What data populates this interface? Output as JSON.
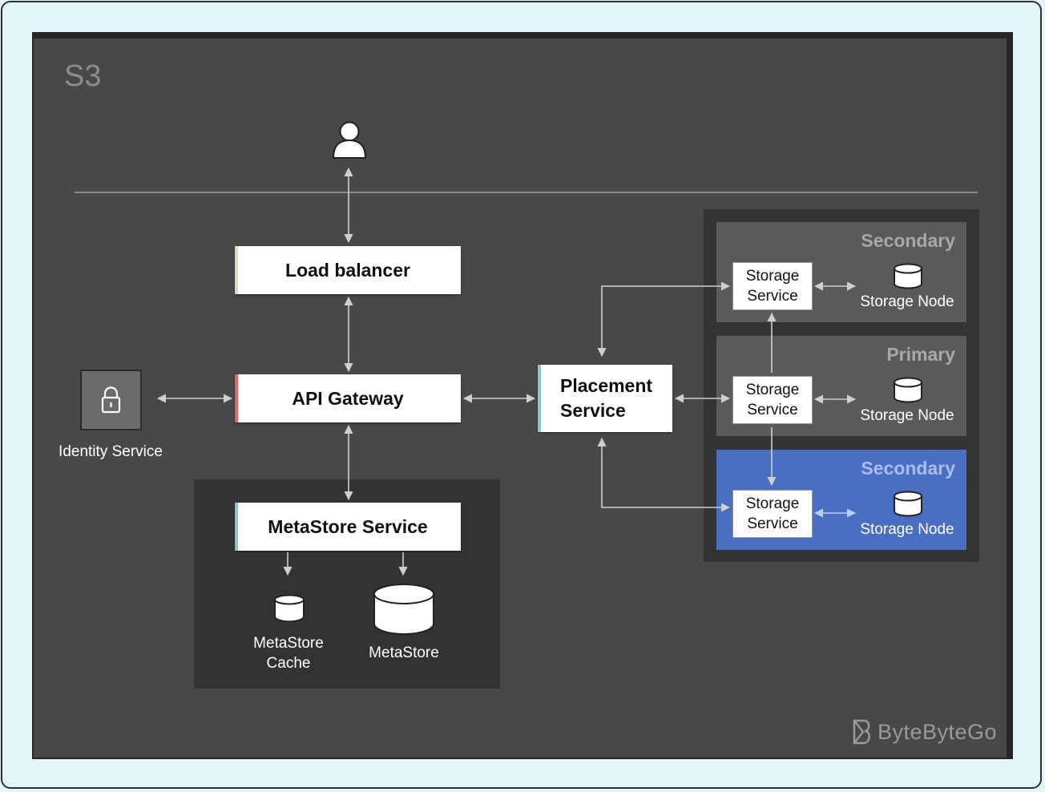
{
  "title": "S3",
  "nodes": {
    "load_balancer": "Load balancer",
    "api_gateway": "API Gateway",
    "identity_service": "Identity Service",
    "metastore_service": "MetaStore Service",
    "metastore_cache": "MetaStore Cache",
    "metastore": "MetaStore",
    "placement_service": "Placement Service"
  },
  "storage_groups": [
    {
      "role": "Secondary",
      "service": "Storage Service",
      "node": "Storage Node"
    },
    {
      "role": "Primary",
      "service": "Storage Service",
      "node": "Storage Node"
    },
    {
      "role": "Secondary",
      "service": "Storage Service",
      "node": "Storage Node"
    }
  ],
  "brand": "ByteByteGo",
  "colors": {
    "background": "#e3f4f7",
    "panel": "#484848",
    "highlight": "#4a6fc2",
    "arrow": "#cfcfcf",
    "api_accent": "#e06666",
    "teal_accent": "#8fc3c8"
  }
}
